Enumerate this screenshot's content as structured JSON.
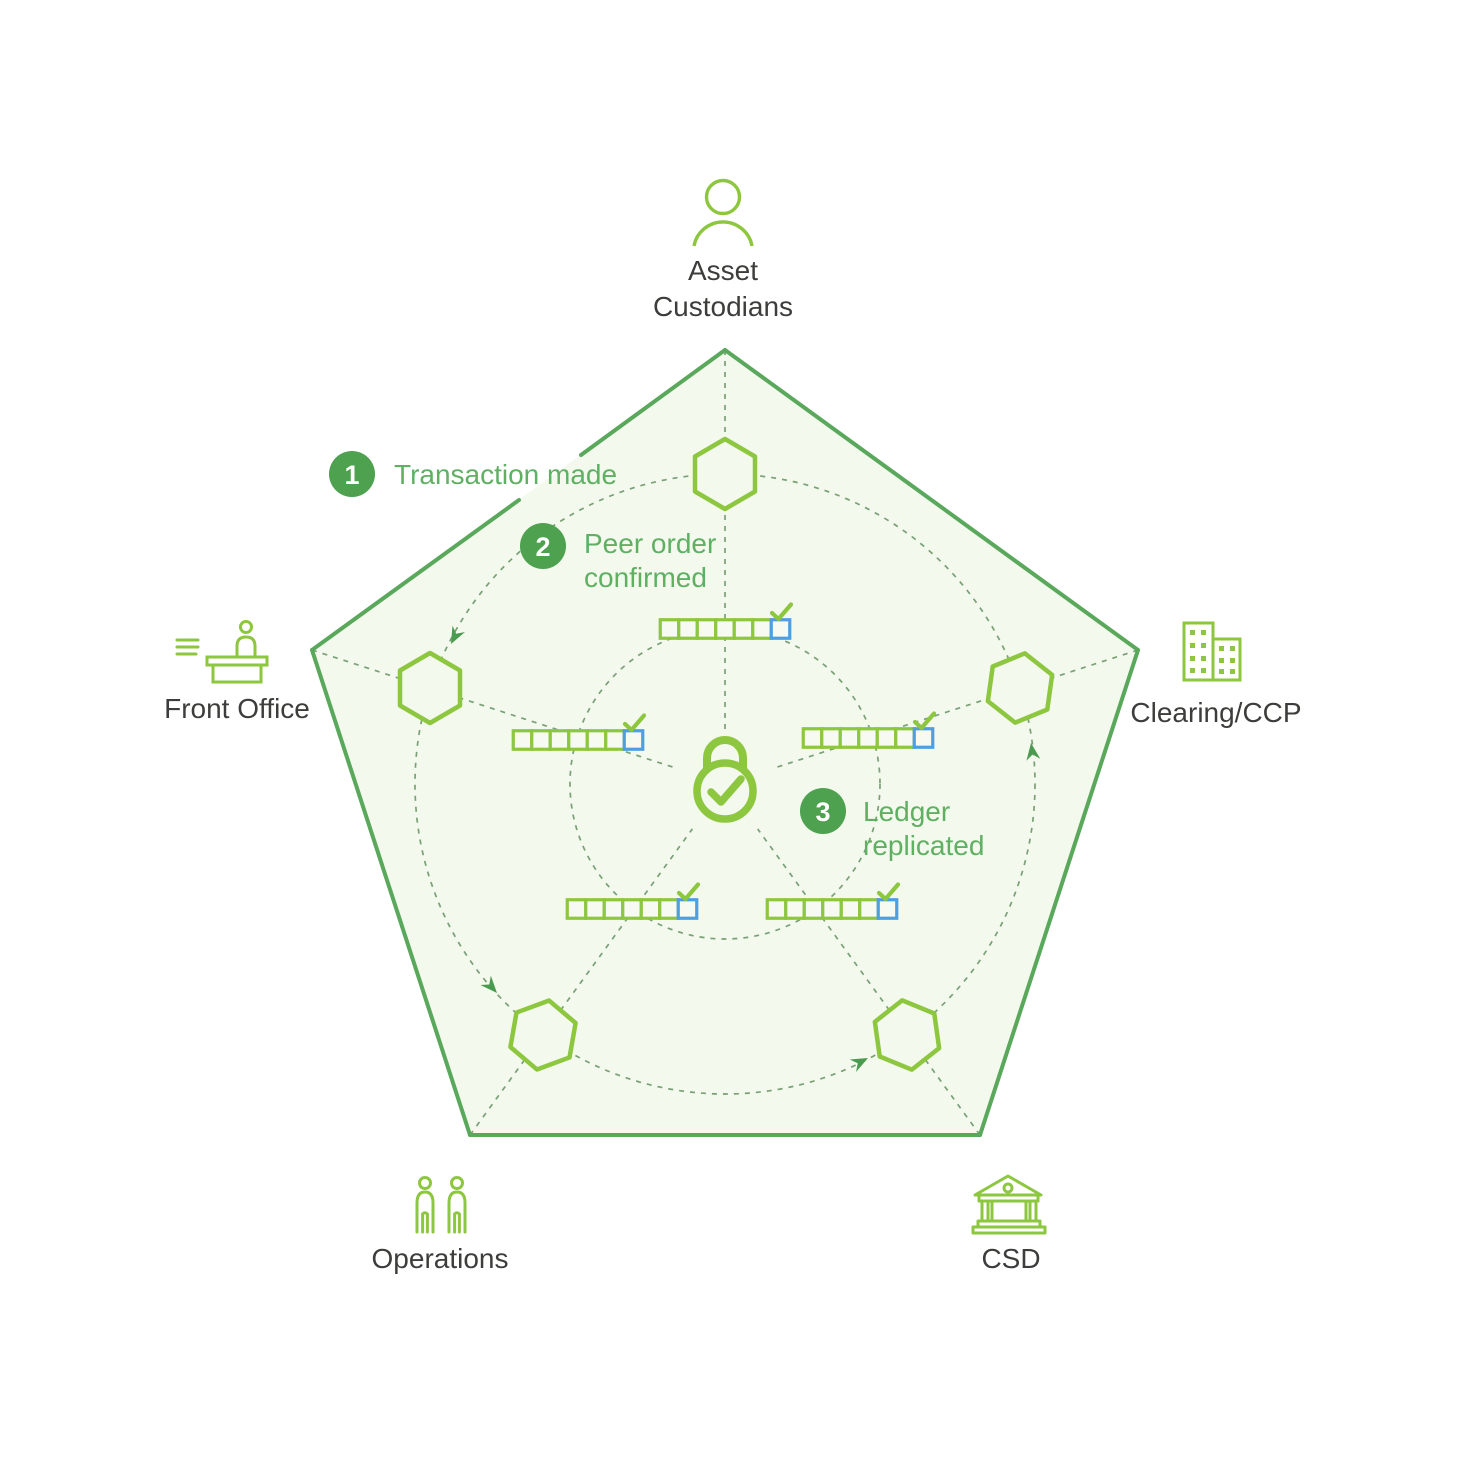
{
  "diagram_title": "Distributed ledger pentagon network",
  "colors": {
    "lime": "#8dc63f",
    "pentagon_stroke": "#5aa85c",
    "pentagon_fill": "#f3f9ec",
    "dashed_line": "#79a076",
    "arrow_green": "#4a9a50",
    "badge_green": "#4da14f",
    "step_text_green": "#60b064",
    "label_gray": "#3d3d3b",
    "ledger_blue": "#4f9ee0",
    "background": "#ffffff"
  },
  "nodes": [
    {
      "id": "asset-custodians",
      "label": "Asset Custodians",
      "lines": [
        "Asset",
        "Custodians"
      ],
      "icon": "person-icon",
      "position": "top"
    },
    {
      "id": "front-office",
      "label": "Front Office",
      "lines": [
        "Front Office"
      ],
      "icon": "front-desk-icon",
      "position": "left"
    },
    {
      "id": "clearing-ccp",
      "label": "Clearing/CCP",
      "lines": [
        "Clearing/CCP"
      ],
      "icon": "buildings-icon",
      "position": "right"
    },
    {
      "id": "operations",
      "label": "Operations",
      "lines": [
        "Operations"
      ],
      "icon": "two-people-icon",
      "position": "bottom-left"
    },
    {
      "id": "csd",
      "label": "CSD",
      "lines": [
        "CSD"
      ],
      "icon": "bank-icon",
      "position": "bottom-right"
    }
  ],
  "steps": [
    {
      "number": "1",
      "lines": [
        "Transaction made",
        ""
      ]
    },
    {
      "number": "2",
      "lines": [
        "Peer order",
        "confirmed"
      ]
    },
    {
      "number": "3",
      "lines": [
        "Ledger",
        "replicated"
      ]
    }
  ],
  "ledger": {
    "rows": 5,
    "blocks_per_row": 7,
    "green_blocks_per_row": 6,
    "blue_blocks_per_row": 1,
    "check_mark": "✓"
  },
  "flow": {
    "direction": "counterclockwise",
    "arrow_count": 4,
    "path": [
      "asset-custodians",
      "front-office",
      "operations",
      "csd",
      "clearing-ccp"
    ]
  },
  "center_icon": "lock-check-icon"
}
